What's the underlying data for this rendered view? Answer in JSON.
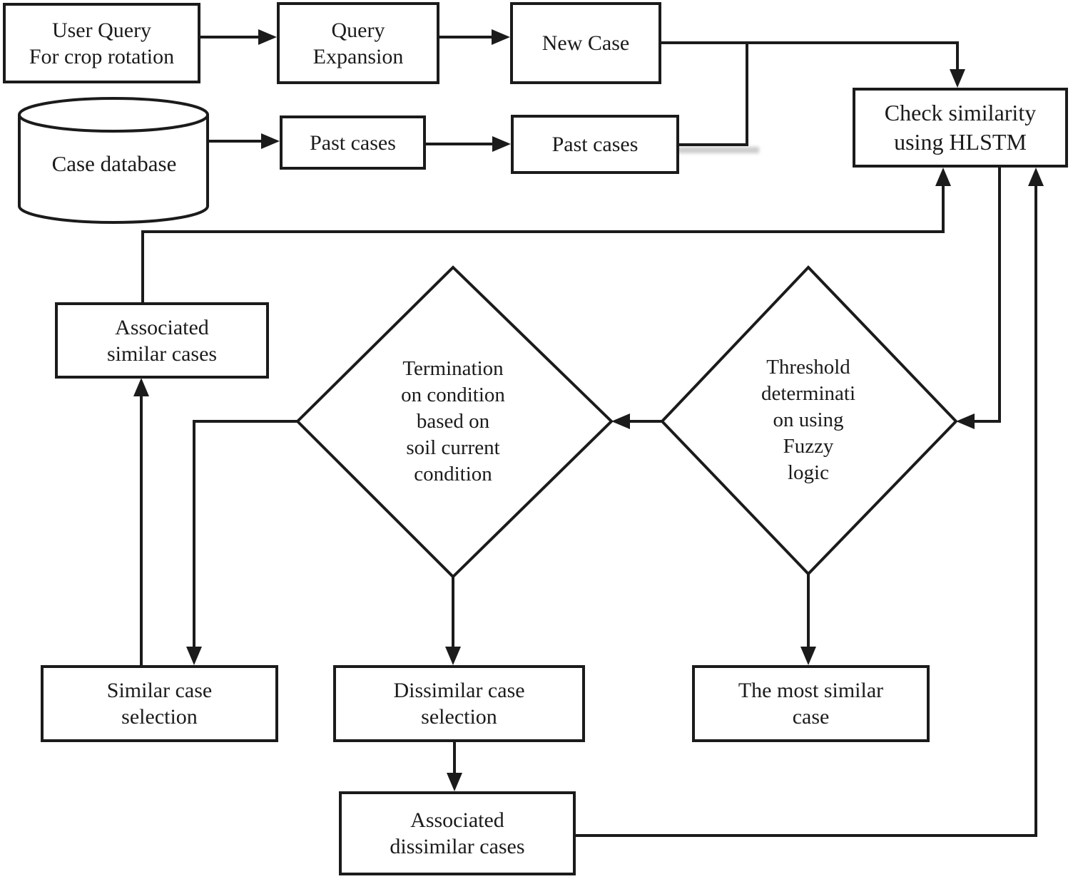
{
  "diagram_type": "flowchart",
  "colors": {
    "ink": "#1b1b1b",
    "background": "#ffffff",
    "shadow": "#9a9a9a"
  },
  "nodes": {
    "user_query": {
      "shape": "rect",
      "lines": [
        "User Query",
        "For crop rotation"
      ]
    },
    "query_expansion": {
      "shape": "rect",
      "lines": [
        "Query",
        "Expansion"
      ]
    },
    "new_case": {
      "shape": "rect",
      "lines": [
        "New Case"
      ]
    },
    "case_database": {
      "shape": "cylinder",
      "lines": [
        "Case database"
      ]
    },
    "past_cases_1": {
      "shape": "rect",
      "lines": [
        "Past cases"
      ]
    },
    "past_cases_2": {
      "shape": "rect",
      "lines": [
        "Past cases"
      ]
    },
    "check_similarity": {
      "shape": "rect",
      "lines": [
        "Check similarity",
        "using HLSTM"
      ]
    },
    "associated_similar": {
      "shape": "rect",
      "lines": [
        "Associated",
        "similar cases"
      ]
    },
    "termination": {
      "shape": "diamond",
      "lines": [
        "Termination",
        "on condition",
        "based on",
        "soil current",
        "condition"
      ]
    },
    "threshold": {
      "shape": "diamond",
      "lines": [
        "Threshold",
        "determinati",
        "on using",
        "Fuzzy",
        "logic"
      ]
    },
    "similar_selection": {
      "shape": "rect",
      "lines": [
        "Similar case",
        "selection"
      ]
    },
    "dissimilar_selection": {
      "shape": "rect",
      "lines": [
        "Dissimilar case",
        "selection"
      ]
    },
    "most_similar": {
      "shape": "rect",
      "lines": [
        "The most similar",
        "case"
      ]
    },
    "associated_dissimilar": {
      "shape": "rect",
      "lines": [
        "Associated",
        "dissimilar cases"
      ]
    }
  },
  "edges": [
    {
      "from": "user_query",
      "to": "query_expansion"
    },
    {
      "from": "query_expansion",
      "to": "new_case"
    },
    {
      "from": "case_database",
      "to": "past_cases_1"
    },
    {
      "from": "past_cases_1",
      "to": "past_cases_2"
    },
    {
      "from": "new_case",
      "to": "check_similarity"
    },
    {
      "from": "past_cases_2",
      "to": "check_similarity"
    },
    {
      "from": "associated_similar",
      "to": "check_similarity"
    },
    {
      "from": "check_similarity",
      "to": "threshold"
    },
    {
      "from": "threshold",
      "to": "termination"
    },
    {
      "from": "termination",
      "to": "similar_selection"
    },
    {
      "from": "termination",
      "to": "dissimilar_selection"
    },
    {
      "from": "threshold",
      "to": "most_similar"
    },
    {
      "from": "similar_selection",
      "to": "associated_similar"
    },
    {
      "from": "dissimilar_selection",
      "to": "associated_dissimilar"
    },
    {
      "from": "associated_dissimilar",
      "to": "check_similarity"
    }
  ]
}
